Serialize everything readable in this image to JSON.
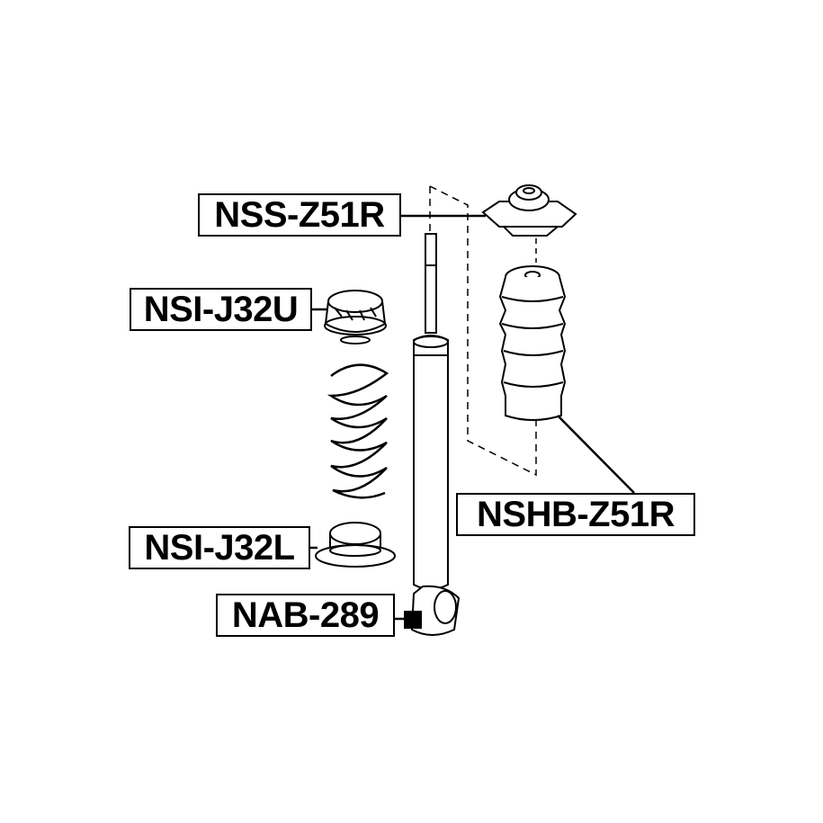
{
  "labels": {
    "top_mount": "NSS-Z51R",
    "upper_spring_seat": "NSI-J32U",
    "bump_stop_boot": "NSHB-Z51R",
    "lower_spring_seat": "NSI-J32L",
    "bushing": "NAB-289"
  },
  "colors": {
    "line": "#000000",
    "background": "#ffffff"
  }
}
